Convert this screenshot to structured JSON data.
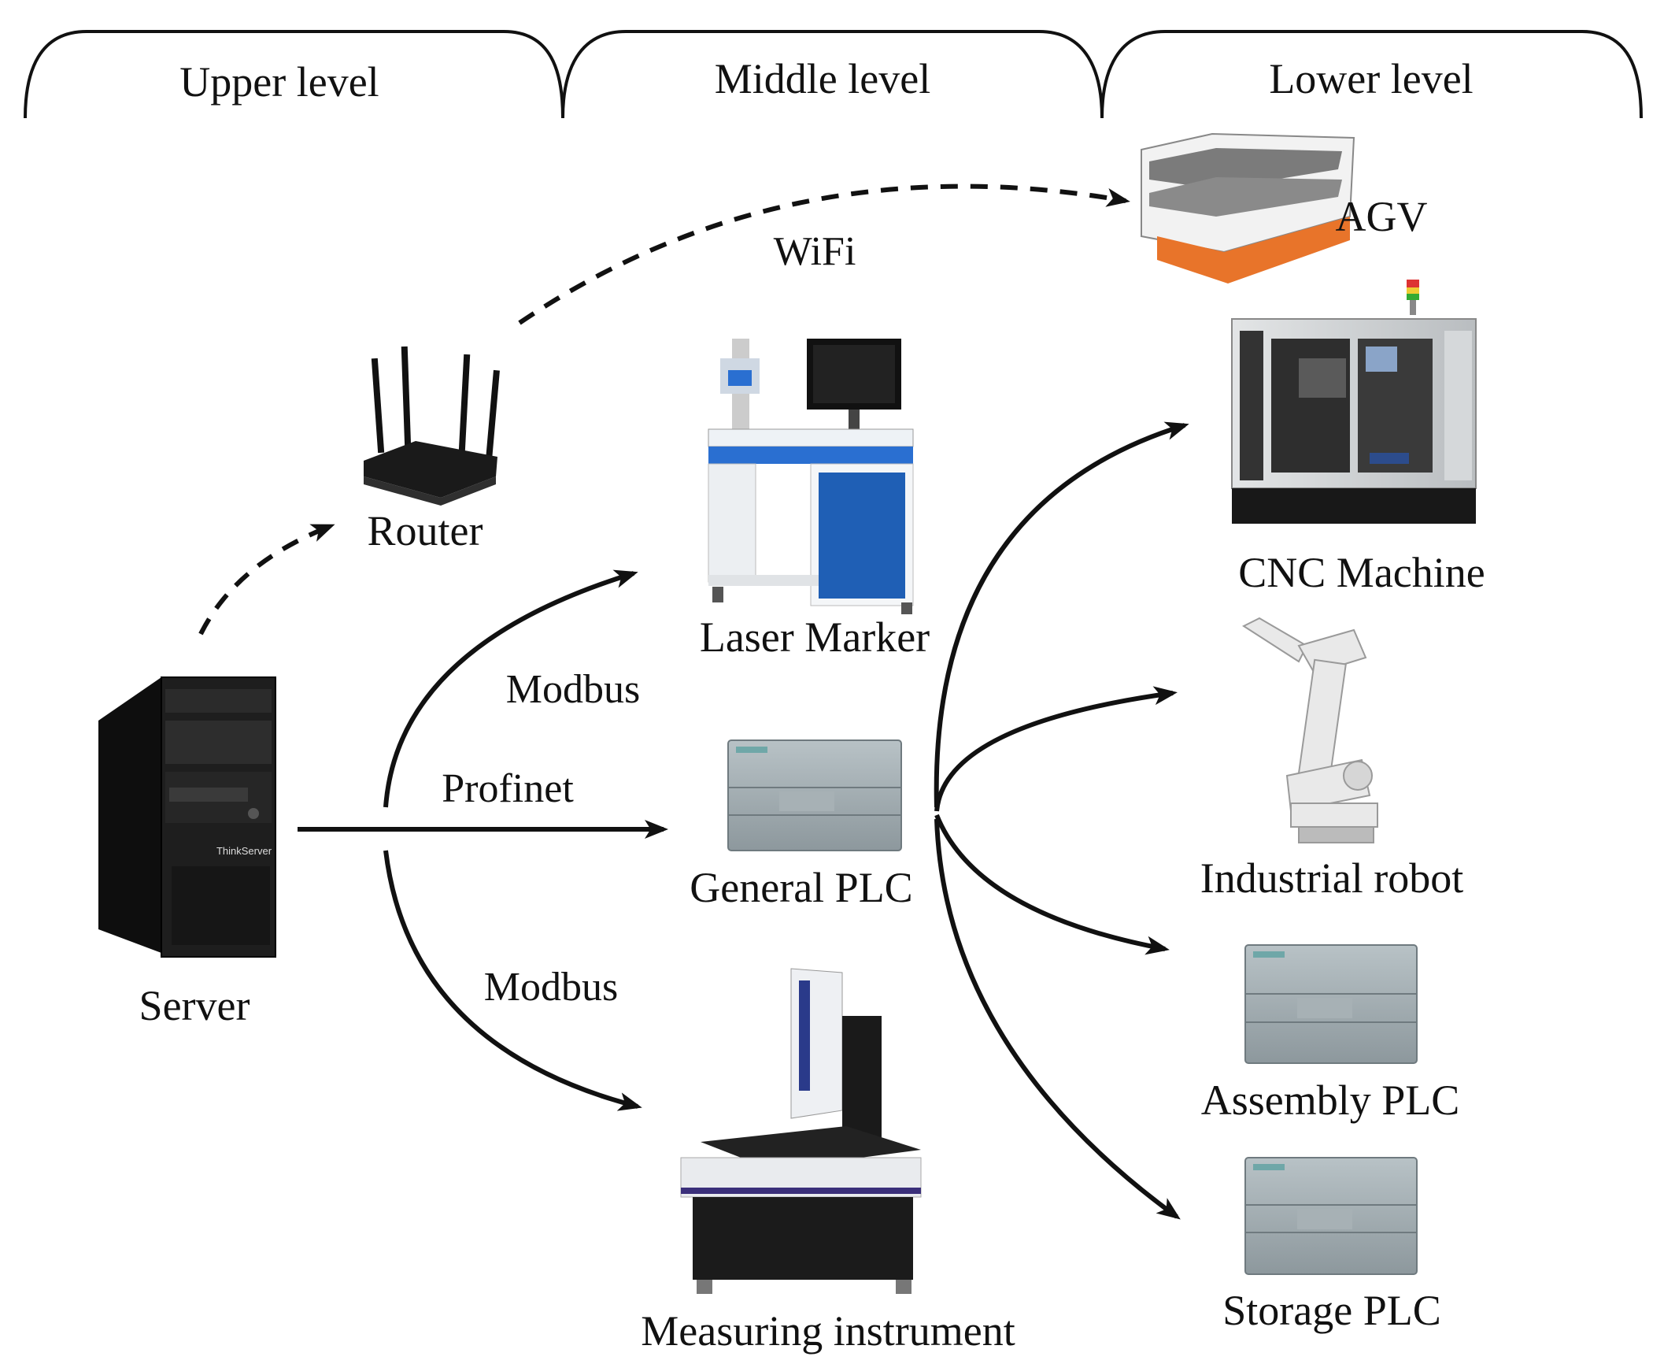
{
  "levels": {
    "upper": "Upper level",
    "middle": "Middle level",
    "lower": "Lower level"
  },
  "devices": {
    "server": "Server",
    "router": "Router",
    "laser_marker": "Laser Marker",
    "general_plc": "General PLC",
    "measuring_instrument": "Measuring instrument",
    "agv": "AGV",
    "cnc_machine": "CNC Machine",
    "industrial_robot": "Industrial robot",
    "assembly_plc": "Assembly PLC",
    "storage_plc": "Storage PLC"
  },
  "protocols": {
    "wifi": "WiFi",
    "modbus_upper": "Modbus",
    "profinet": "Profinet",
    "modbus_lower": "Modbus"
  },
  "colors": {
    "line": "#111111",
    "laser_blue": "#1f5fb5",
    "plc_gray": "#9aa4aa",
    "plc_teal": "#6fa7a8",
    "agv_orange": "#e8742a",
    "robot_white": "#e9e9e9",
    "cnc_gray": "#cfd2d4",
    "server_black": "#1c1c1c",
    "measure_purple": "#3a2f7a"
  },
  "icons": {
    "server": "tower-server-icon",
    "router": "wifi-router-icon",
    "laser_marker": "laser-marker-machine-icon",
    "plc": "plc-module-icon",
    "measuring_instrument": "vision-measuring-machine-icon",
    "agv": "agv-robot-icon",
    "cnc": "cnc-machine-icon",
    "robot": "industrial-robot-arm-icon"
  }
}
